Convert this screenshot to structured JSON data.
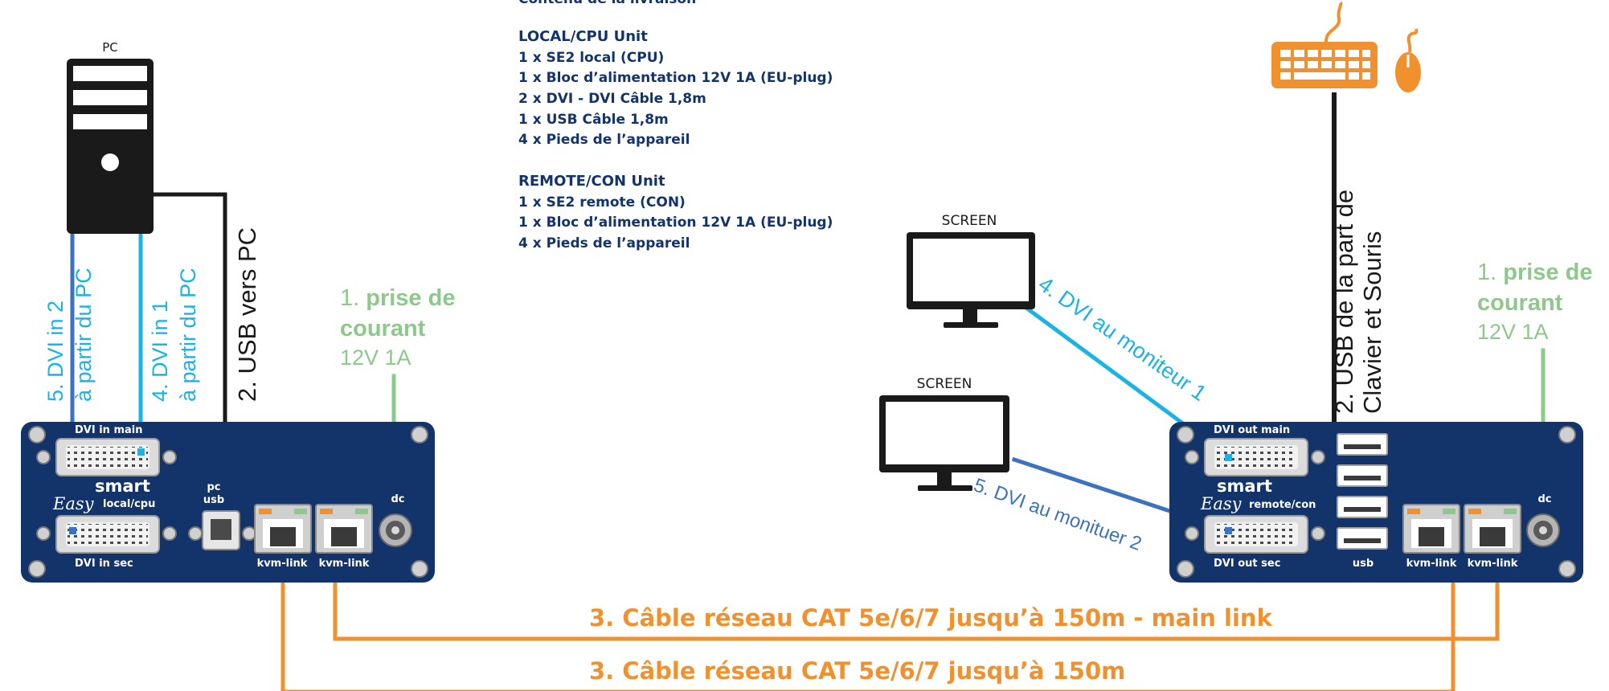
{
  "contents": {
    "title": "Contenu de la livraison",
    "local_heading": "LOCAL/CPU Unit",
    "local_items": [
      "1 x SE2 local (CPU)",
      "1 x Bloc d’alimentation 12V 1A (EU-plug)",
      "2 x DVI - DVI Câble 1,8m",
      "1 x USB Câble 1,8m",
      "4 x Pieds de l’appareil"
    ],
    "remote_heading": "REMOTE/CON Unit",
    "remote_items": [
      "1 x SE2 remote (CON)",
      "1 x Bloc d’alimentation 12V 1A (EU-plug)",
      "4 x Pieds de l’appareil"
    ]
  },
  "devices": {
    "pc_label": "PC",
    "screen1_label": "SCREEN",
    "screen2_label": "SCREEN"
  },
  "local_unit": {
    "brand": "smart",
    "brand_script": "Easy",
    "model": "local/cpu",
    "dvi_main": "DVI in main",
    "dvi_sec": "DVI in sec",
    "pc_usb_1": "pc",
    "pc_usb_2": "usb",
    "kvm1": "kvm-link",
    "kvm2": "kvm-link",
    "dc": "dc"
  },
  "remote_unit": {
    "brand": "smart",
    "brand_script": "Easy",
    "model": "remote/con",
    "dvi_main": "DVI out main",
    "dvi_sec": "DVI out sec",
    "usb": "usb",
    "kvm1": "kvm-link",
    "kvm2": "kvm-link",
    "dc": "dc"
  },
  "labels": {
    "dvi2_a": "5. DVI in 2",
    "dvi2_b": "à partir du PC",
    "dvi1_a": "4. DVI in 1",
    "dvi1_b": "à partir du PC",
    "usb_pc": "2. USB vers PC",
    "power_local_num": "1.",
    "power_local_1": "prise de",
    "power_local_2": "courant",
    "power_local_3": "12V 1A",
    "dvi_mon1": "4. DVI au moniteur 1",
    "dvi_mon2": "5. DVI au monituer 2",
    "usb_kb_1": "2. USB de la part de",
    "usb_kb_2": "Clavier et Souris",
    "power_remote_num": "1.",
    "power_remote_1": "prise de",
    "power_remote_2": "courant",
    "power_remote_3": "12V 1A",
    "cat_main": "3. Câble réseau CAT 5e/6/7 jusqu’à 150m - main link",
    "cat_sec": "3. Câble réseau CAT 5e/6/7 jusqu’à 150m"
  },
  "colors": {
    "navy": "#13346b",
    "cyan": "#1bb3e6",
    "steel_blue": "#3c73bd",
    "orange": "#f0912e",
    "green": "#8cc98a",
    "black": "#1a1a1a"
  }
}
